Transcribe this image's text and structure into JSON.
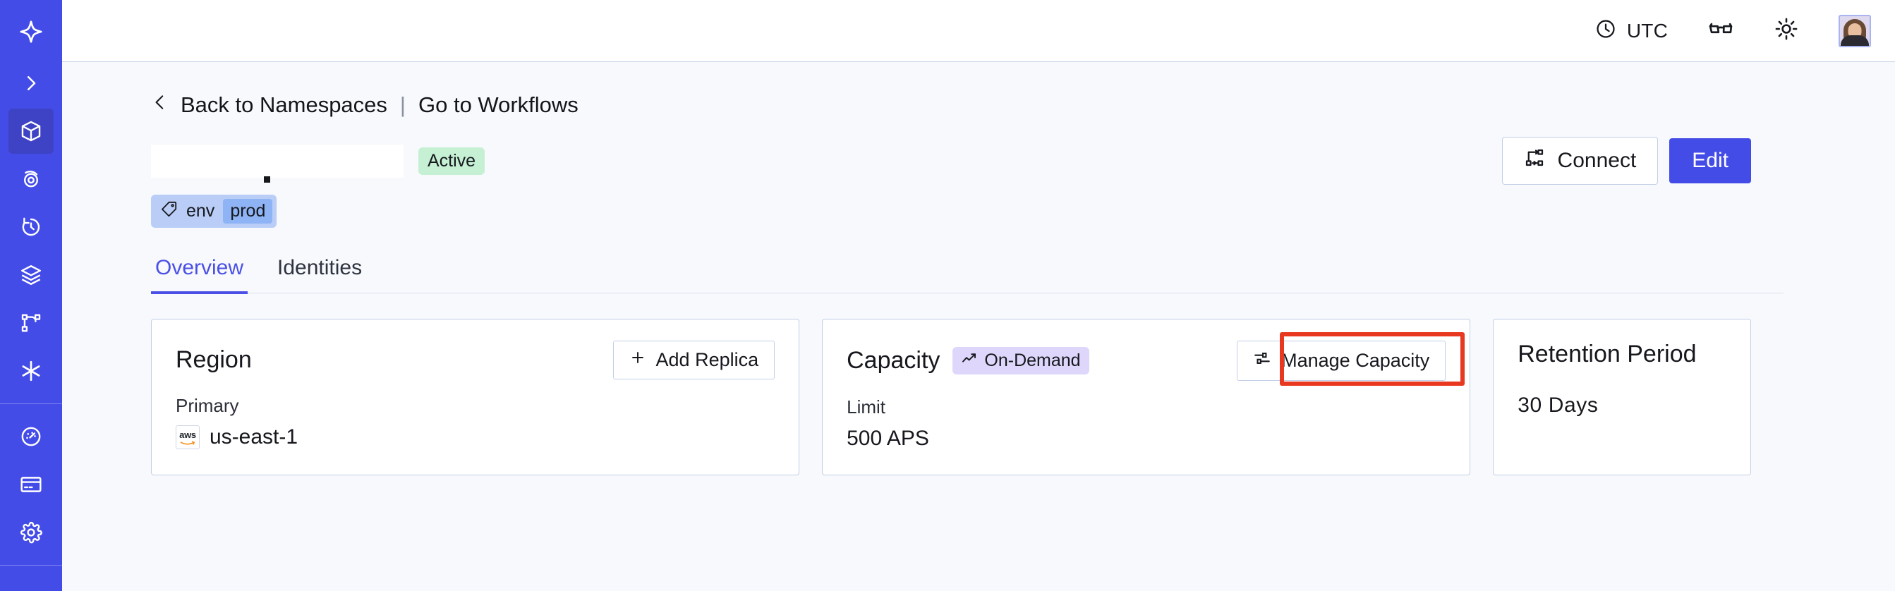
{
  "sidebar": {
    "items": [
      {
        "name": "logo",
        "icon": "temporal-star-logo"
      },
      {
        "name": "expand",
        "icon": "chevron-right-icon"
      },
      {
        "name": "namespaces",
        "icon": "cube-icon",
        "active": true
      },
      {
        "name": "observability",
        "icon": "eye-radar-icon",
        "active": false
      },
      {
        "name": "history",
        "icon": "clock-rotate-icon",
        "active": false
      },
      {
        "name": "layers",
        "icon": "layers-icon",
        "active": false
      },
      {
        "name": "workflows",
        "icon": "workflow-branch-icon",
        "active": false
      },
      {
        "name": "integrations",
        "icon": "asterisk-icon",
        "active": false
      },
      {
        "name": "usage",
        "icon": "gauge-icon",
        "active": false
      },
      {
        "name": "billing",
        "icon": "credit-card-icon",
        "active": false
      },
      {
        "name": "settings",
        "icon": "gear-icon",
        "active": false
      }
    ]
  },
  "topbar": {
    "timezone_label": "UTC",
    "clock_icon": "clock-icon",
    "glasses_icon": "glasses-icon",
    "theme_icon": "sun-icon",
    "avatar_icon": "user-avatar"
  },
  "breadcrumb": {
    "back_icon": "chevron-left-icon",
    "back_label": "Back to Namespaces",
    "separator": "|",
    "forward_label": "Go to Workflows"
  },
  "header": {
    "title_redacted": "",
    "status": "Active",
    "connect_label": "Connect",
    "connect_icon": "connect-icon",
    "edit_label": "Edit"
  },
  "tag": {
    "icon": "tag-icon",
    "key": "env",
    "value": "prod"
  },
  "tabs": [
    {
      "label": "Overview",
      "selected": true
    },
    {
      "label": "Identities",
      "selected": false
    }
  ],
  "cards": {
    "region": {
      "title": "Region",
      "action_label": "Add Replica",
      "action_icon": "plus-icon",
      "field_label": "Primary",
      "provider_icon": "aws-logo",
      "provider_text": "aws",
      "value": "us-east-1"
    },
    "capacity": {
      "title": "Capacity",
      "badge_label": "On-Demand",
      "badge_icon": "trending-up-icon",
      "action_label": "Manage Capacity",
      "action_icon": "sliders-icon",
      "field_label": "Limit",
      "value": "500 APS",
      "highlighted": true
    },
    "retention": {
      "title": "Retention Period",
      "value": "30 Days"
    }
  },
  "colors": {
    "brand": "#444ce7",
    "accent": "#4b50e6",
    "status_active_bg": "#c5f0d4",
    "badge_ondemand_bg": "#ded7fb",
    "tag_bg": "#b9cdf7",
    "tag_value_bg": "#8fb4f5",
    "highlight_red": "#e8381f",
    "card_border": "#c2cfe6",
    "page_bg": "#f7f9fc"
  }
}
